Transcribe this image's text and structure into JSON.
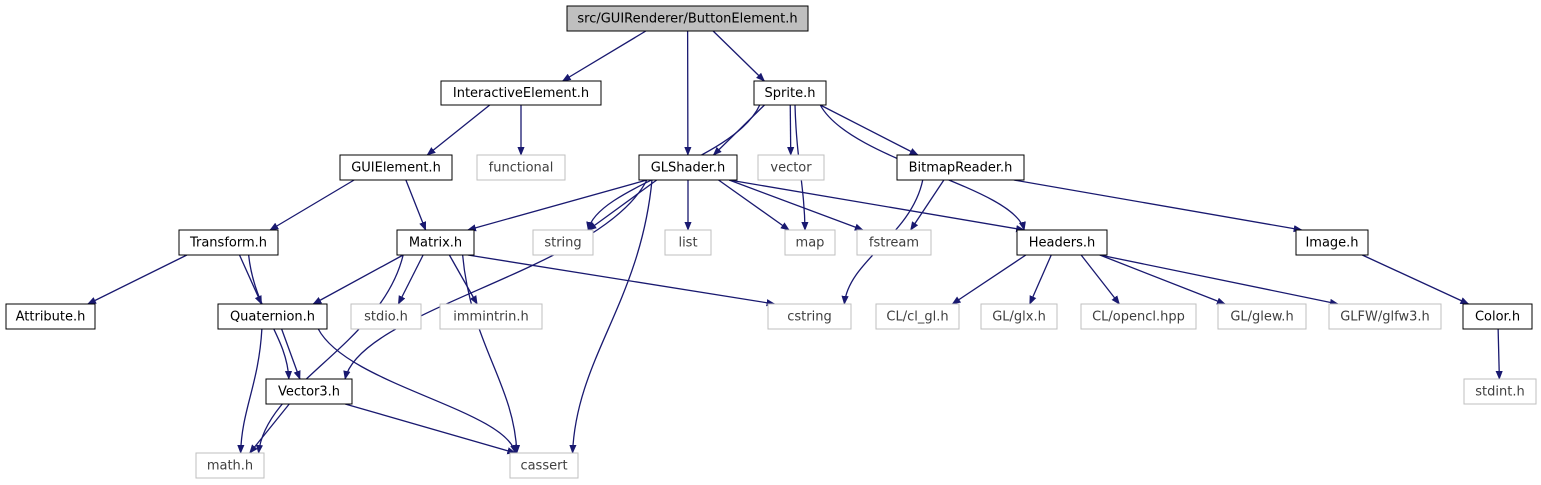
{
  "colors": {
    "edge": "#191970",
    "node_border": "#000000",
    "external_border": "#bfbfbf",
    "root_fill": "#bfbfbf",
    "text": "#000000",
    "external_text": "#3f3f3f"
  },
  "nodes": {
    "root": {
      "label": "src/GUIRenderer/ButtonElement.h",
      "kind": "root"
    },
    "interactive": {
      "label": "InteractiveElement.h",
      "kind": "project"
    },
    "sprite": {
      "label": "Sprite.h",
      "kind": "project"
    },
    "guielement": {
      "label": "GUIElement.h",
      "kind": "project"
    },
    "functional": {
      "label": "functional",
      "kind": "external"
    },
    "glshader": {
      "label": "GLShader.h",
      "kind": "project"
    },
    "vector": {
      "label": "vector",
      "kind": "external"
    },
    "bitmapreader": {
      "label": "BitmapReader.h",
      "kind": "project"
    },
    "transform": {
      "label": "Transform.h",
      "kind": "project"
    },
    "matrix": {
      "label": "Matrix.h",
      "kind": "project"
    },
    "string": {
      "label": "string",
      "kind": "external"
    },
    "list": {
      "label": "list",
      "kind": "external"
    },
    "map": {
      "label": "map",
      "kind": "external"
    },
    "fstream": {
      "label": "fstream",
      "kind": "external"
    },
    "headers": {
      "label": "Headers.h",
      "kind": "project"
    },
    "image": {
      "label": "Image.h",
      "kind": "project"
    },
    "attribute": {
      "label": "Attribute.h",
      "kind": "project"
    },
    "quaternion": {
      "label": "Quaternion.h",
      "kind": "project"
    },
    "stdio": {
      "label": "stdio.h",
      "kind": "external"
    },
    "immintrin": {
      "label": "immintrin.h",
      "kind": "external"
    },
    "cstring": {
      "label": "cstring",
      "kind": "external"
    },
    "clgl": {
      "label": "CL/cl_gl.h",
      "kind": "external"
    },
    "glglx": {
      "label": "GL/glx.h",
      "kind": "external"
    },
    "clopencl": {
      "label": "CL/opencl.hpp",
      "kind": "external"
    },
    "glglew": {
      "label": "GL/glew.h",
      "kind": "external"
    },
    "glfw": {
      "label": "GLFW/glfw3.h",
      "kind": "external"
    },
    "color": {
      "label": "Color.h",
      "kind": "project"
    },
    "vector3": {
      "label": "Vector3.h",
      "kind": "project"
    },
    "stdint": {
      "label": "stdint.h",
      "kind": "external"
    },
    "math": {
      "label": "math.h",
      "kind": "external"
    },
    "cassert": {
      "label": "cassert",
      "kind": "external"
    }
  },
  "edges": [
    [
      "root",
      "interactive"
    ],
    [
      "root",
      "glshader"
    ],
    [
      "root",
      "sprite"
    ],
    [
      "interactive",
      "guielement"
    ],
    [
      "interactive",
      "functional"
    ],
    [
      "guielement",
      "transform"
    ],
    [
      "guielement",
      "matrix"
    ],
    [
      "transform",
      "attribute"
    ],
    [
      "transform",
      "quaternion"
    ],
    [
      "transform",
      "vector3"
    ],
    [
      "matrix",
      "quaternion"
    ],
    [
      "matrix",
      "stdio"
    ],
    [
      "matrix",
      "immintrin"
    ],
    [
      "matrix",
      "cstring"
    ],
    [
      "matrix",
      "math"
    ],
    [
      "matrix",
      "cassert"
    ],
    [
      "quaternion",
      "vector3"
    ],
    [
      "quaternion",
      "math"
    ],
    [
      "quaternion",
      "cassert"
    ],
    [
      "vector3",
      "math"
    ],
    [
      "vector3",
      "cassert"
    ],
    [
      "sprite",
      "string"
    ],
    [
      "sprite",
      "glshader"
    ],
    [
      "sprite",
      "vector"
    ],
    [
      "sprite",
      "map"
    ],
    [
      "sprite",
      "bitmapreader"
    ],
    [
      "sprite",
      "headers"
    ],
    [
      "glshader",
      "matrix"
    ],
    [
      "glshader",
      "string"
    ],
    [
      "glshader",
      "list"
    ],
    [
      "glshader",
      "map"
    ],
    [
      "glshader",
      "fstream"
    ],
    [
      "glshader",
      "headers"
    ],
    [
      "glshader",
      "vector3"
    ],
    [
      "glshader",
      "cassert"
    ],
    [
      "bitmapreader",
      "fstream"
    ],
    [
      "bitmapreader",
      "cstring"
    ],
    [
      "bitmapreader",
      "image"
    ],
    [
      "headers",
      "clgl"
    ],
    [
      "headers",
      "glglx"
    ],
    [
      "headers",
      "clopencl"
    ],
    [
      "headers",
      "glglew"
    ],
    [
      "headers",
      "glfw"
    ],
    [
      "image",
      "color"
    ],
    [
      "color",
      "stdint"
    ]
  ]
}
